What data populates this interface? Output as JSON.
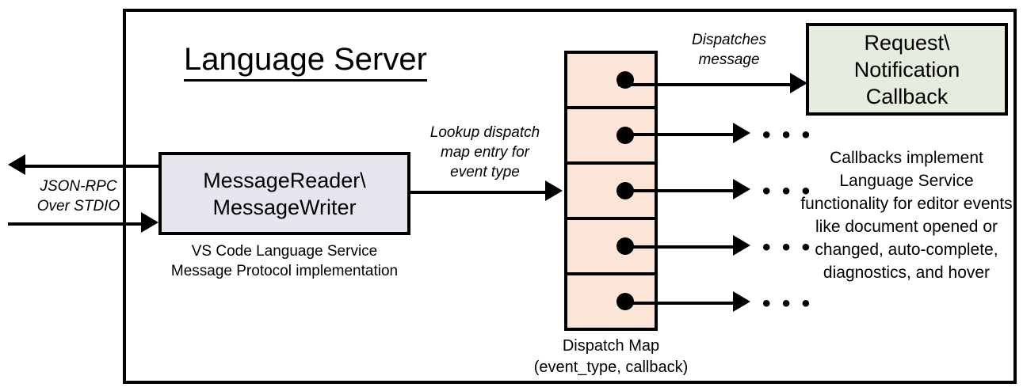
{
  "diagram": {
    "title": "Language Server",
    "frame_label": "language-server-boundary"
  },
  "external_io": {
    "label_line1": "JSON-RPC",
    "label_line2": "Over STDIO",
    "outbound_arrow": "arrow-left-out",
    "inbound_arrow": "arrow-right-in"
  },
  "message_io": {
    "box_line1": "MessageReader\\",
    "box_line2": "MessageWriter",
    "caption_line1": "VS Code Language Service",
    "caption_line2": "Message Protocol implementation",
    "fill": "#E8E5EF"
  },
  "lookup": {
    "line1": "Lookup dispatch",
    "line2": "map entry for",
    "line3": "event type"
  },
  "dispatch_map": {
    "caption_line1": "Dispatch Map",
    "caption_line2": "(event_type, callback)",
    "fill": "#FAE5D7",
    "cells": [
      {
        "id": "cell-1",
        "dot": "entry-dot"
      },
      {
        "id": "cell-2",
        "dot": "entry-dot"
      },
      {
        "id": "cell-3",
        "dot": "entry-dot"
      },
      {
        "id": "cell-4",
        "dot": "entry-dot"
      },
      {
        "id": "cell-5",
        "dot": "entry-dot"
      }
    ]
  },
  "dispatch_edge": {
    "line1": "Dispatches",
    "line2": "message"
  },
  "ellipses": {
    "glyph": "• • •"
  },
  "callback": {
    "box_line1": "Request\\",
    "box_line2": "Notification",
    "box_line3": "Callback",
    "fill": "#E7EDDE",
    "caption": "Callbacks implement Language Service functionality for editor events like document opened or changed, auto-complete, diagnostics, and hover"
  },
  "colors": {
    "stroke": "#000000",
    "background": "#FFFFFF"
  }
}
